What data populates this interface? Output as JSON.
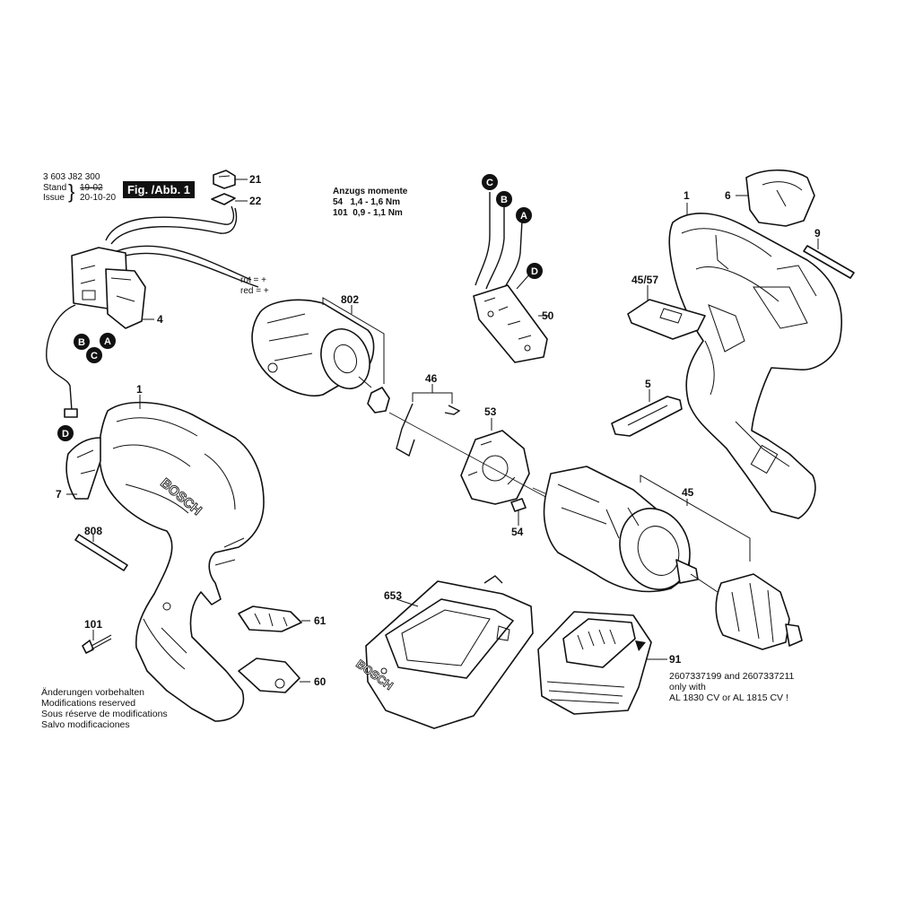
{
  "header": {
    "doc_number": "3 603 J82 300",
    "stand_label": "Stand",
    "issue_label": "Issue",
    "stand_value": "19-02",
    "issue_value": "20-10-20",
    "fig_label": "Fig. /Abb. 1"
  },
  "torque": {
    "title": "Anzugs momente",
    "row1": "54   1,4 - 1,6 Nm",
    "row2": "101  0,9 - 1,1 Nm"
  },
  "wire_note": {
    "line1": "rot = +",
    "line2": "red = +"
  },
  "footer_notes": [
    "Änderungen vorbehalten",
    "Modifications reserved",
    "Sous réserve de modifications",
    "Salvo modificaciones"
  ],
  "battery_note": {
    "line1": "2607337199 and 2607337211",
    "line2": "only with",
    "line3": "AL 1830 CV or AL 1815 CV !"
  },
  "connector_letters": [
    "A",
    "B",
    "C",
    "D"
  ],
  "part_numbers": {
    "p21": "21",
    "p22": "22",
    "p4": "4",
    "p802": "802",
    "p50": "50",
    "p1_top": "1",
    "p6": "6",
    "p9": "9",
    "p45_57": "45/57",
    "p46": "46",
    "p53": "53",
    "p54": "54",
    "p5": "5",
    "p1_left": "1",
    "p7": "7",
    "p808": "808",
    "p45": "45",
    "p653": "653",
    "p91": "91",
    "p101": "101",
    "p61": "61",
    "p60": "60"
  },
  "brand": "BOSCH",
  "colors": {
    "ink": "#111111",
    "background": "#ffffff"
  }
}
